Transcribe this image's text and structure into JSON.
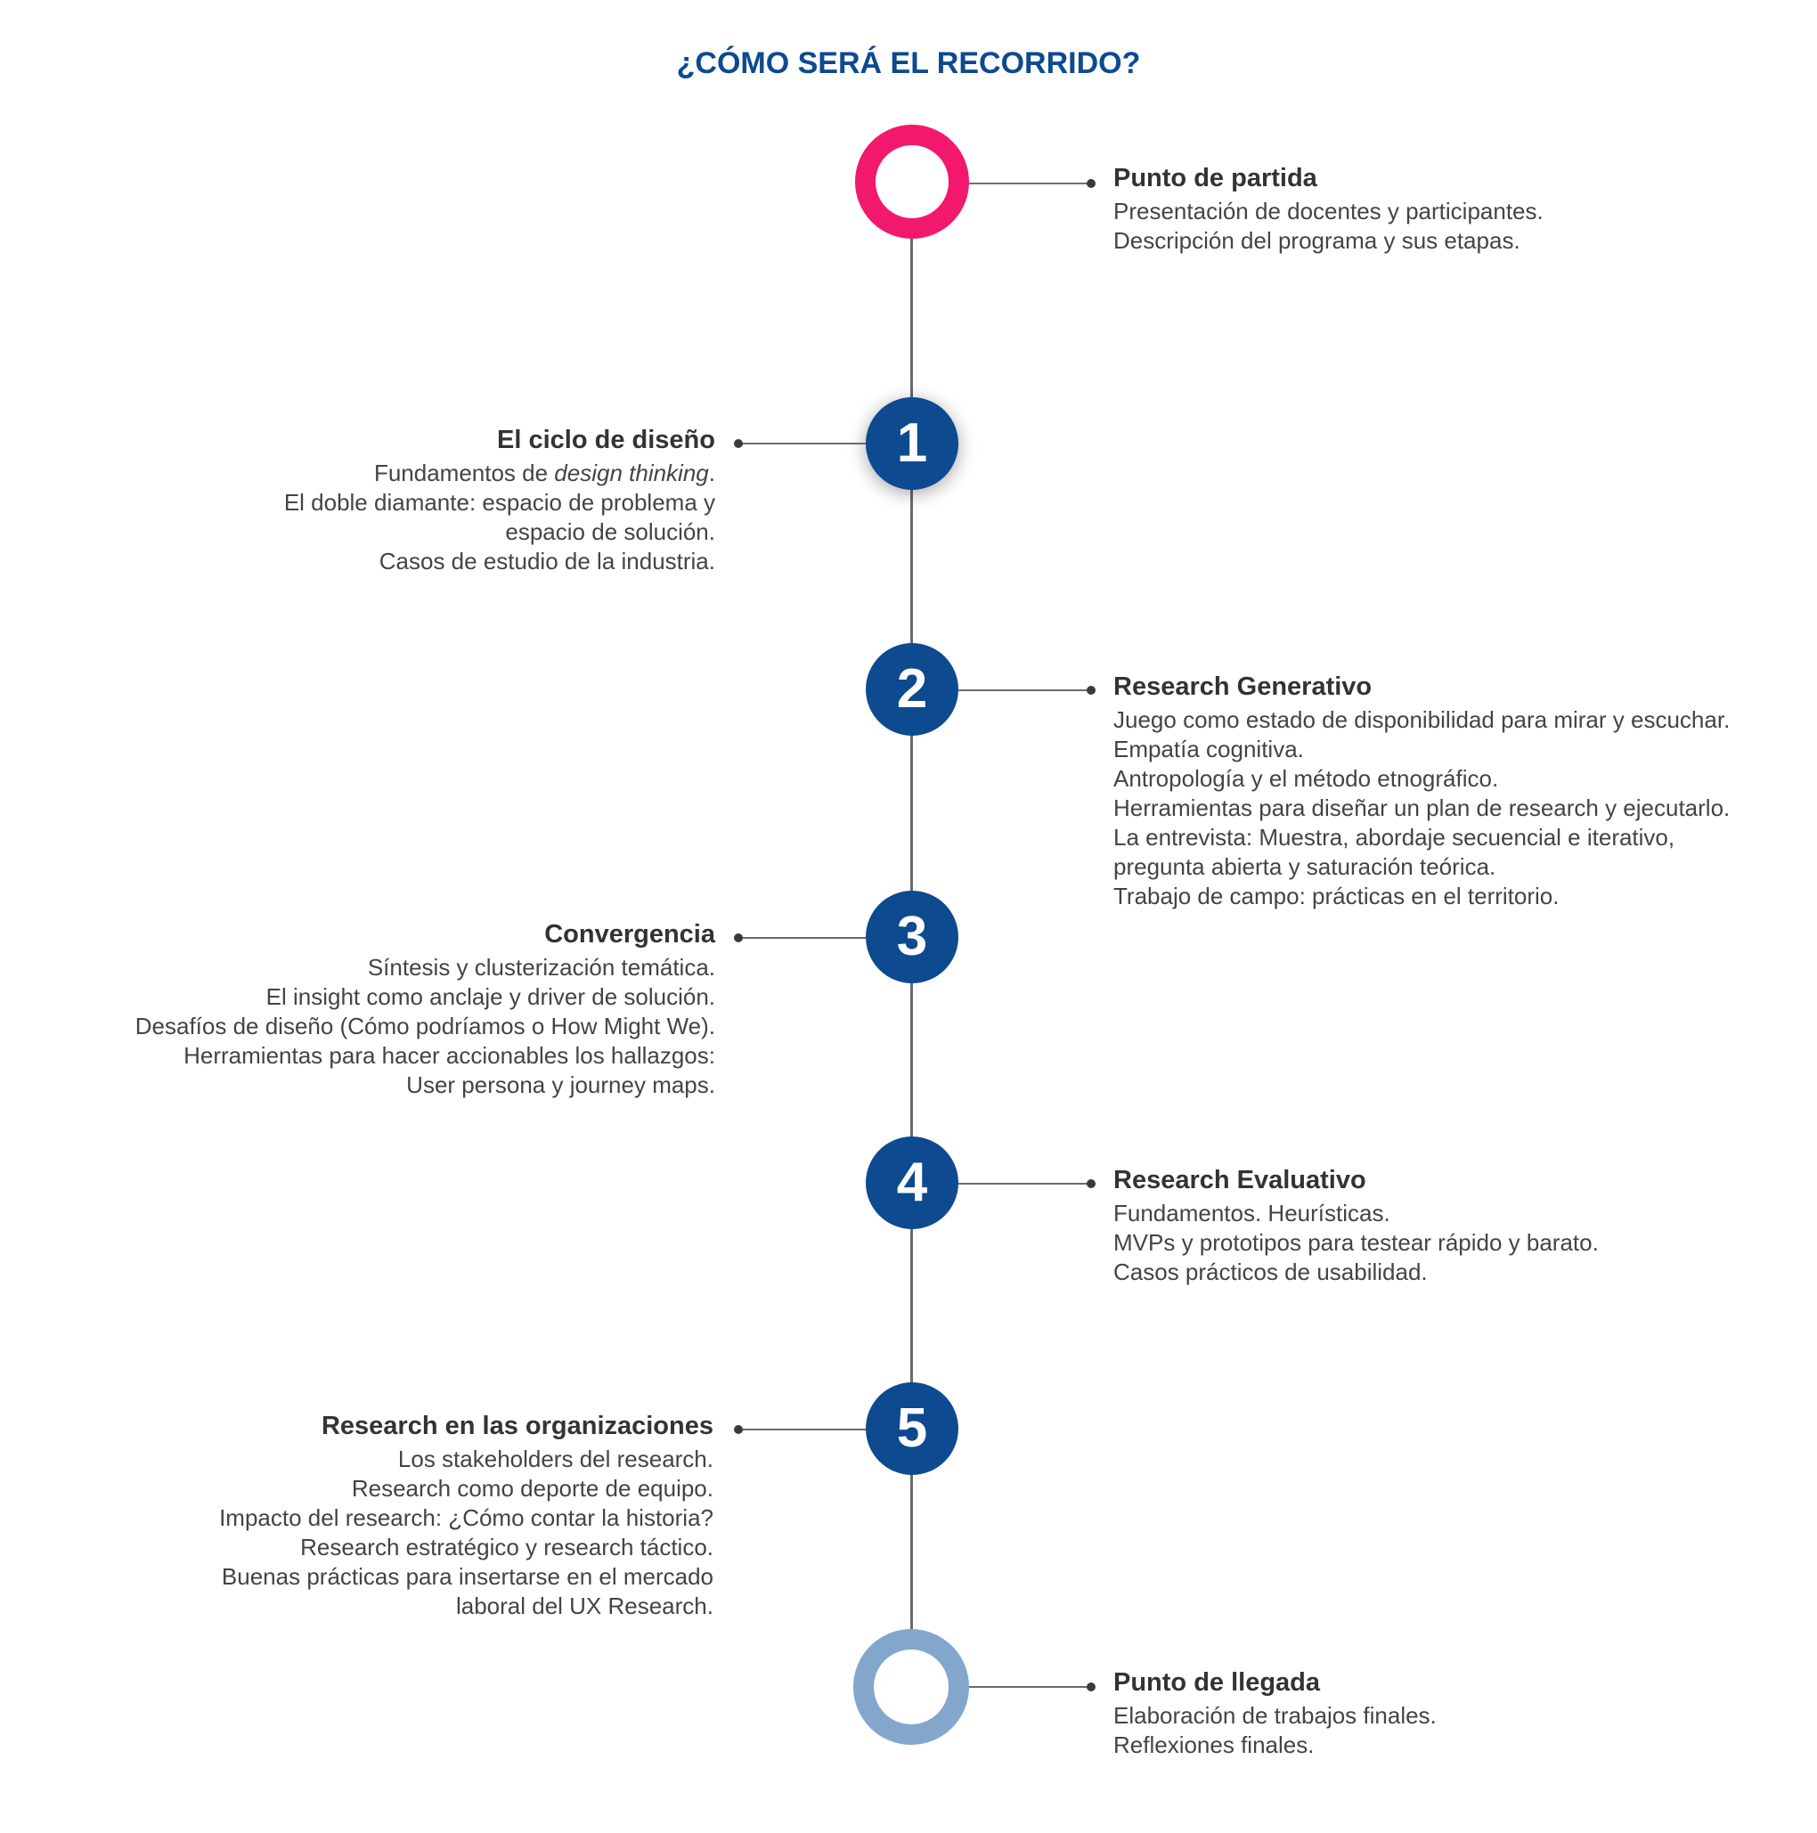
{
  "title": "¿CÓMO SERÁ EL RECORRIDO?",
  "colors": {
    "title": "#0d4a90",
    "start_ring": "#f2186e",
    "end_ring": "#83a7cc",
    "number_circle": "#0d4a90",
    "spine": "#6b6b6b"
  },
  "start": {
    "heading": "Punto de partida",
    "lines": [
      "Presentación de docentes y participantes.",
      "Descripción del programa y sus etapas."
    ]
  },
  "step1": {
    "number": "1",
    "heading": "El ciclo de diseño",
    "line1_prefix": "Fundamentos de ",
    "line1_italic": "design thinking",
    "line1_suffix": ".",
    "lines": [
      "El doble diamante: espacio de problema y",
      "espacio de solución.",
      "Casos de estudio de la industria."
    ]
  },
  "step2": {
    "number": "2",
    "heading": "Research Generativo",
    "lines": [
      "Juego como estado de disponibilidad para mirar y escuchar.",
      "Empatía cognitiva.",
      "Antropología y el método etnográfico.",
      "Herramientas para diseñar un plan de research y ejecutarlo.",
      "La entrevista: Muestra, abordaje secuencial e iterativo,",
      "pregunta abierta y saturación teórica.",
      "Trabajo de campo: prácticas en el territorio."
    ]
  },
  "step3": {
    "number": "3",
    "heading": "Convergencia",
    "lines": [
      "Síntesis y clusterización temática.",
      "El insight como anclaje y driver de solución.",
      "Desafíos de diseño (Cómo podríamos o How Might We).",
      "Herramientas para hacer accionables los hallazgos:",
      "User persona y journey maps."
    ]
  },
  "step4": {
    "number": "4",
    "heading": "Research Evaluativo",
    "lines": [
      "Fundamentos. Heurísticas.",
      "MVPs y prototipos para testear rápido y barato.",
      "Casos prácticos de usabilidad."
    ]
  },
  "step5": {
    "number": "5",
    "heading": "Research en las organizaciones",
    "lines": [
      "Los stakeholders del research.",
      "Research como deporte de equipo.",
      "Impacto del research: ¿Cómo contar la historia?",
      "Research estratégico y research táctico.",
      "Buenas prácticas para insertarse en el mercado",
      "laboral del UX Research."
    ]
  },
  "end": {
    "heading": "Punto de llegada",
    "lines": [
      "Elaboración de trabajos finales.",
      "Reflexiones finales."
    ]
  }
}
